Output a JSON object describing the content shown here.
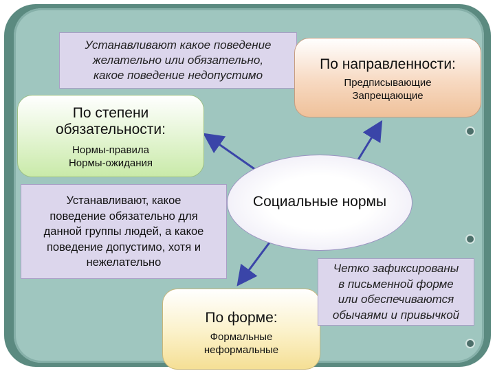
{
  "center": {
    "title": "Социальные нормы"
  },
  "direction": {
    "title": "По направленности:",
    "items": [
      "Предписывающие",
      "Запрещающие"
    ],
    "note": [
      "Устанавливают какое поведение",
      "желательно или обязательно,",
      "какое поведение недопустимо"
    ]
  },
  "obligation": {
    "title": [
      "По степени",
      "обязательности:"
    ],
    "items": [
      "Нормы-правила",
      "Нормы-ожидания"
    ],
    "note": [
      "Устанавливают, какое",
      "поведение обязательно для",
      "данной группы людей, а какое",
      "поведение  допустимо, хотя и",
      "нежелательно"
    ]
  },
  "form": {
    "title": "По форме:",
    "items": [
      "Формальные",
      "неформальные"
    ],
    "note": [
      "Четко зафиксированы",
      "в письменной  форме",
      "или обеспечиваются",
      "обычаями и привычкой"
    ]
  },
  "colors": {
    "arrow": "#3a45a8",
    "frame": "#5b8a80",
    "board": "#9fc6bf"
  }
}
